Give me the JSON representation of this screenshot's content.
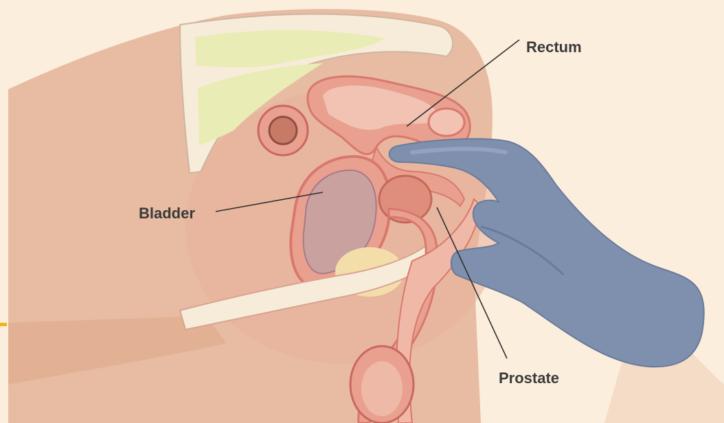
{
  "diagram": {
    "labels": {
      "rectum": "Rectum",
      "bladder": "Bladder",
      "prostate": "Prostate"
    }
  },
  "colors": {
    "background": "#fbeedd",
    "body": "#e7bca2",
    "tissue": "#e9a08f",
    "tissue_dark": "#d9786c",
    "bone": "#f7ecd9",
    "marrow": "#e9ecb4",
    "glove": "#7f8fae",
    "glove_shade": "#6a7a9a",
    "accent_mark": "#f3b416"
  }
}
